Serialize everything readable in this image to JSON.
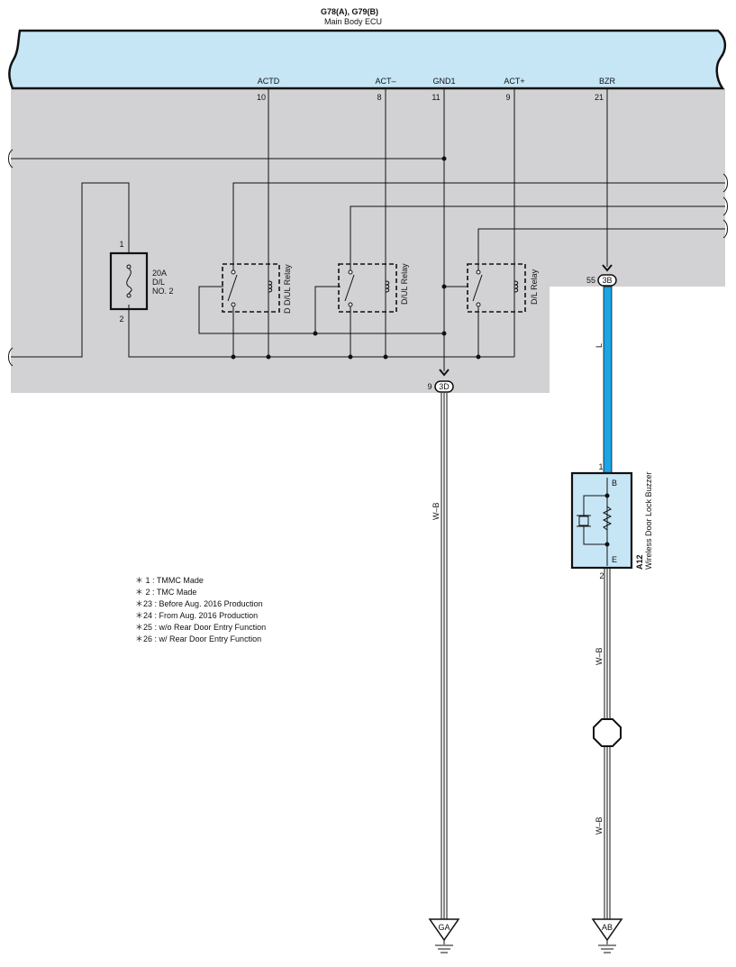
{
  "ecu": {
    "connectors": "G78(A), G79(B)",
    "name": "Main Body ECU",
    "terminals": [
      {
        "name": "ACTD",
        "pin": "10"
      },
      {
        "name": "ACT–",
        "pin": "8"
      },
      {
        "name": "GND1",
        "pin": "11"
      },
      {
        "name": "ACT+",
        "pin": "9"
      },
      {
        "name": "BZR",
        "pin": "21"
      }
    ]
  },
  "fuse": {
    "rating": "20A",
    "name": "D/L",
    "sub": "NO. 2",
    "pin_top": "1",
    "pin_bottom": "2"
  },
  "relays": [
    "D D/UL Relay",
    "D/UL Relay",
    "D/L Relay"
  ],
  "junctions": {
    "j3d": {
      "pin": "9",
      "label": "3D"
    },
    "j3b": {
      "pin": "55",
      "label": "3B"
    }
  },
  "wires": {
    "w1": "W–B",
    "blue": "L",
    "w2": "W–B",
    "w3": "W–B"
  },
  "buzzer": {
    "code": "A12",
    "name": "Wireless Door Lock Buzzer",
    "pin_top": "1",
    "pin_bottom": "2",
    "term_b": "B",
    "term_e": "E"
  },
  "grounds": [
    "GA",
    "AB"
  ],
  "notes": [
    {
      "mark": "＊ 1",
      "text": ": TMMC Made"
    },
    {
      "mark": "＊ 2",
      "text": ": TMC Made"
    },
    {
      "mark": "＊23",
      "text": ": Before Aug.  2016 Production"
    },
    {
      "mark": "＊24",
      "text": ": From Aug.  2016 Production"
    },
    {
      "mark": "＊25",
      "text": ": w/o Rear Door Entry Function"
    },
    {
      "mark": "＊26",
      "text": ": w/ Rear Door Entry Function"
    }
  ],
  "colors": {
    "ecu_fill": "#c6e6f6",
    "body_fill": "#d2d2d4",
    "wire_l": "#1aa5e6",
    "buzzer_fill": "#c6e6f6"
  }
}
